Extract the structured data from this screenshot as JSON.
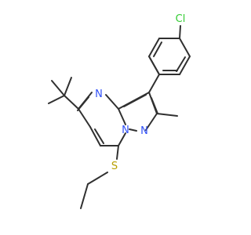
{
  "structure": {
    "atoms": {
      "chlorine": {
        "symbol": "Cl",
        "color": "#33cc33"
      },
      "ring_n_upper": {
        "symbol": "N",
        "color": "#3050f8"
      },
      "ring_n_bridge": {
        "symbol": "N",
        "color": "#3050f8"
      },
      "ring_n_right": {
        "symbol": "N",
        "color": "#3050f8"
      },
      "sulfur": {
        "symbol": "S",
        "color": "#b8a000"
      }
    },
    "bond_color": "#303030"
  }
}
